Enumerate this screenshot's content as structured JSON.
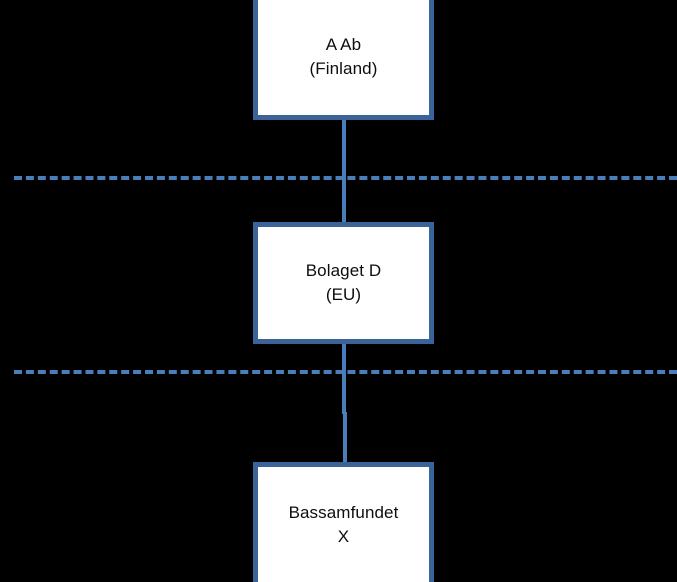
{
  "diagram": {
    "type": "organization-hierarchy",
    "background_color": "#000000",
    "box_fill_color": "#ffffff",
    "box_border_color": "#3a6399",
    "line_color": "#4a7ebb",
    "text_color": "#0d0d0d",
    "nodes": [
      {
        "id": "a-ab",
        "name": "A Ab",
        "jurisdiction": "(Finland)",
        "label": "A Ab\n(Finland)"
      },
      {
        "id": "bolaget-d",
        "name": "Bolaget D",
        "jurisdiction": "(EU)",
        "label": "Bolaget D\n(EU)"
      },
      {
        "id": "bassamfundet-x",
        "name": "Bassamfundet",
        "jurisdiction": "X",
        "label": "Bassamfundet\nX"
      }
    ],
    "connectors": [
      {
        "id": "connector-top",
        "from": "a-ab",
        "to": "bolaget-d"
      },
      {
        "id": "connector-bottom",
        "from": "bolaget-d",
        "to": "bassamfundet-x"
      }
    ],
    "boundaries": [
      {
        "id": "boundary-upper",
        "style": "dashed"
      },
      {
        "id": "boundary-lower",
        "style": "dashed"
      }
    ]
  }
}
